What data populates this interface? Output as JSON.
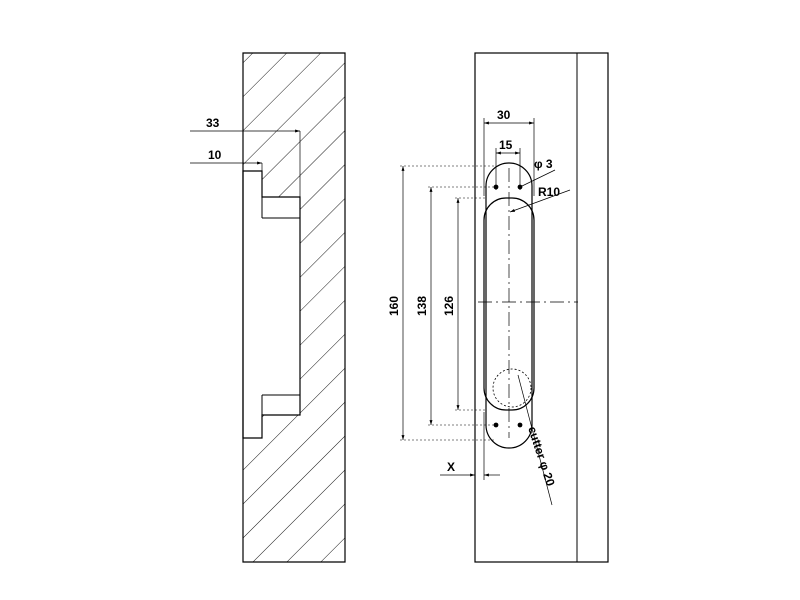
{
  "dimensions": {
    "d33": "33",
    "d10": "10",
    "d30": "30",
    "d15": "15",
    "phi3": "φ 3",
    "r10": "R10",
    "d160": "160",
    "d138": "138",
    "d126": "126",
    "x": "X",
    "cutter": "cutter φ 20"
  },
  "colors": {
    "line": "#000000",
    "background": "#ffffff"
  }
}
